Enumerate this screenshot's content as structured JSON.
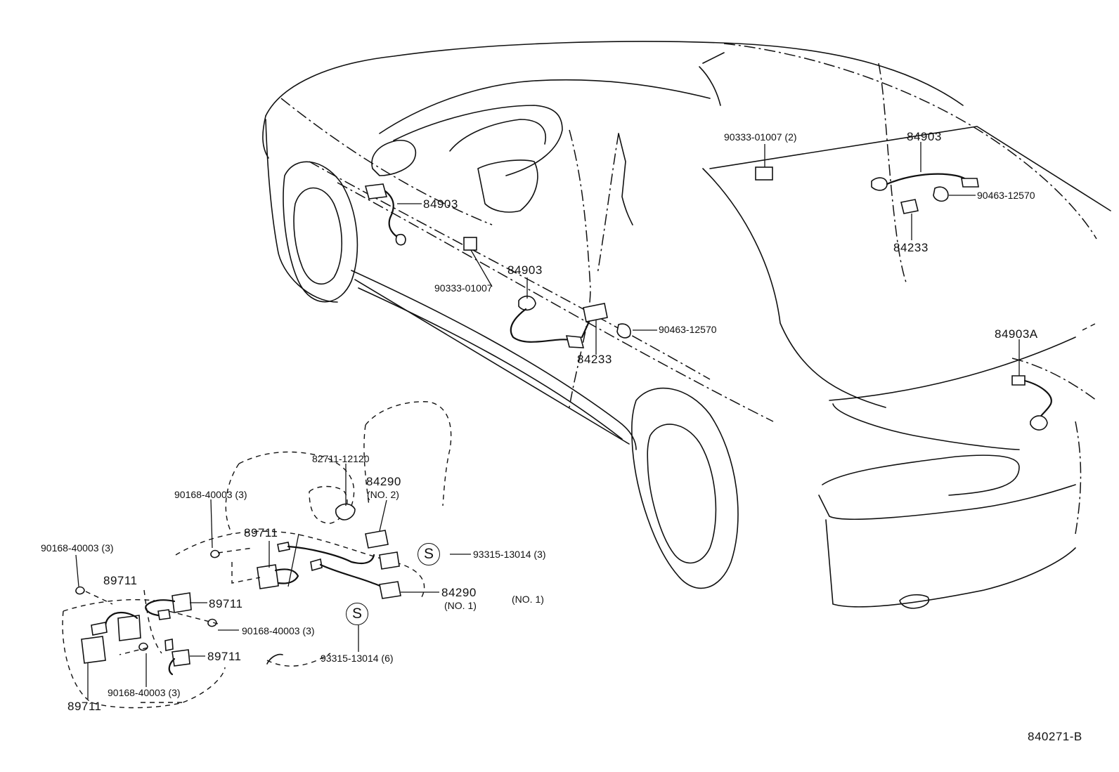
{
  "diagram_id": "840271-B",
  "labels": {
    "p84903_front": "84903",
    "p90333_front": "90333-01007",
    "p84903_door": "84903",
    "p90463_door": "90463-12570",
    "p84233_door": "84233",
    "p90333_rear": "90333-01007 (2)",
    "p84903_rear": "84903",
    "p90463_rear": "90463-12570",
    "p84233_rear": "84233",
    "p84903A": "84903A",
    "p82711": "82711-12120",
    "p84290_no2": "84290",
    "p84290_no2_note": "(NO. 2)",
    "p90168_a": "90168-40003 (3)",
    "p89711_a": "89711",
    "p93315_a": "93315-13014 (3)",
    "p90168_b": "90168-40003 (3)",
    "p89711_b": "89711",
    "p89711_c": "89711",
    "p84290_no1": "84290",
    "p84290_no1_note": "(NO. 1)",
    "p_no1": "(NO. 1)",
    "p90168_c": "90168-40003 (3)",
    "p93315_b": "93315-13014 (6)",
    "p89711_d": "89711",
    "p90168_d": "90168-40003 (3)",
    "p89711_e": "89711"
  },
  "symbols": {
    "s_upper": "S",
    "s_lower": "S"
  }
}
